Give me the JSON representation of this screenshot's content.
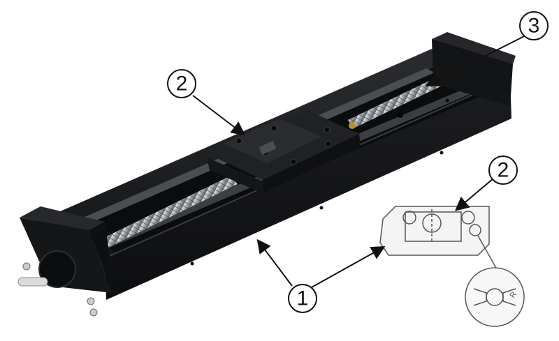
{
  "figure": {
    "callouts": [
      {
        "label": "1",
        "target": "linear-actuator-base-frame"
      },
      {
        "label": "2",
        "target": "slider-block"
      },
      {
        "label": "3",
        "target": "ball-screw"
      },
      {
        "label": "2",
        "target": "cross-section-slider"
      }
    ],
    "inset_marking": "R",
    "colors": {
      "body": "#1b1c1e",
      "body_edge": "#2e3033",
      "rail": "#3a3d41",
      "screw": "#b9bcc0",
      "line": "#111111",
      "section_stroke": "#555555",
      "section_fill": "#f4f4f4"
    }
  }
}
